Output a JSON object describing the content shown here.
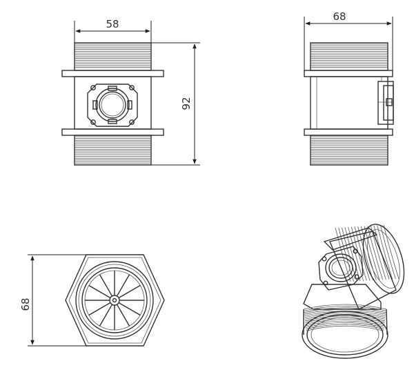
{
  "drawing": {
    "front_view": {
      "width_label": "58",
      "height_label": "92"
    },
    "side_view": {
      "width_label": "68"
    },
    "bottom_view": {
      "height_label": "68"
    }
  },
  "colors": {
    "line": "#303030",
    "background": "#ffffff"
  }
}
